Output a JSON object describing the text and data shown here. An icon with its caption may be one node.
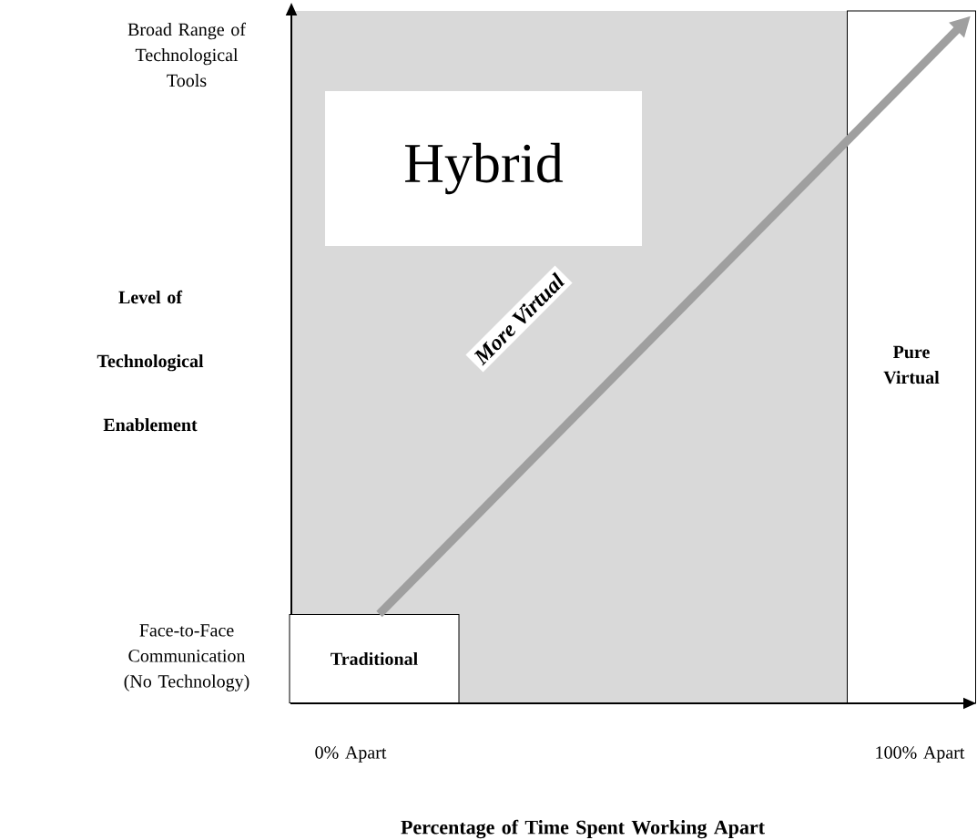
{
  "diagram": {
    "nodes": [
      {
        "text": [
          "Hybrid"
        ]
      },
      {
        "text": [
          "Pure Virtual"
        ]
      },
      {
        "text": [
          "Traditional"
        ]
      }
    ],
    "edges": [
      {
        "from": 2,
        "to": 1,
        "arrow": "to",
        "label": "More Virtual"
      }
    ],
    "labels": [
      "Broad Range of Technological Tools",
      "Level of Technological Enablement",
      "Face-to-Face Communication (No Technology)",
      "0% Apart",
      "100% Apart",
      "Percentage of Time Spent Working Apart"
    ]
  }
}
